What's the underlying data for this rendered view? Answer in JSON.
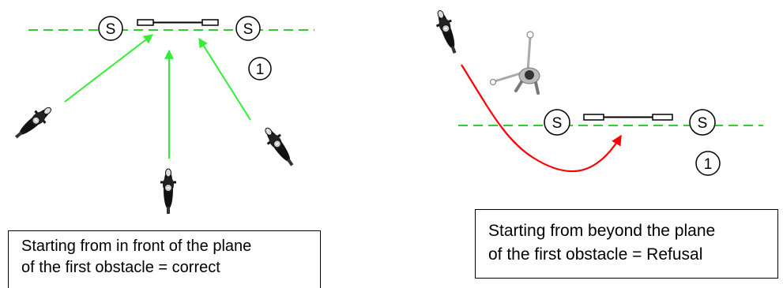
{
  "colors": {
    "plane_line": "#33cc33",
    "correct_arrow": "#33ee33",
    "refusal_arrow": "#ff0000",
    "ink": "#000000"
  },
  "icons": {
    "rider": "motorcycle-rider-icon",
    "observer": "observer-person-icon"
  },
  "left_panel": {
    "marker_left": "S",
    "marker_right": "S",
    "obstacle_number": "1",
    "caption_line1": "Starting from in front of the plane",
    "caption_line2": "of the first obstacle = correct"
  },
  "right_panel": {
    "marker_left": "S",
    "marker_right": "S",
    "obstacle_number": "1",
    "caption_line1": "Starting from beyond the plane",
    "caption_line2": "of the first obstacle = Refusal"
  }
}
